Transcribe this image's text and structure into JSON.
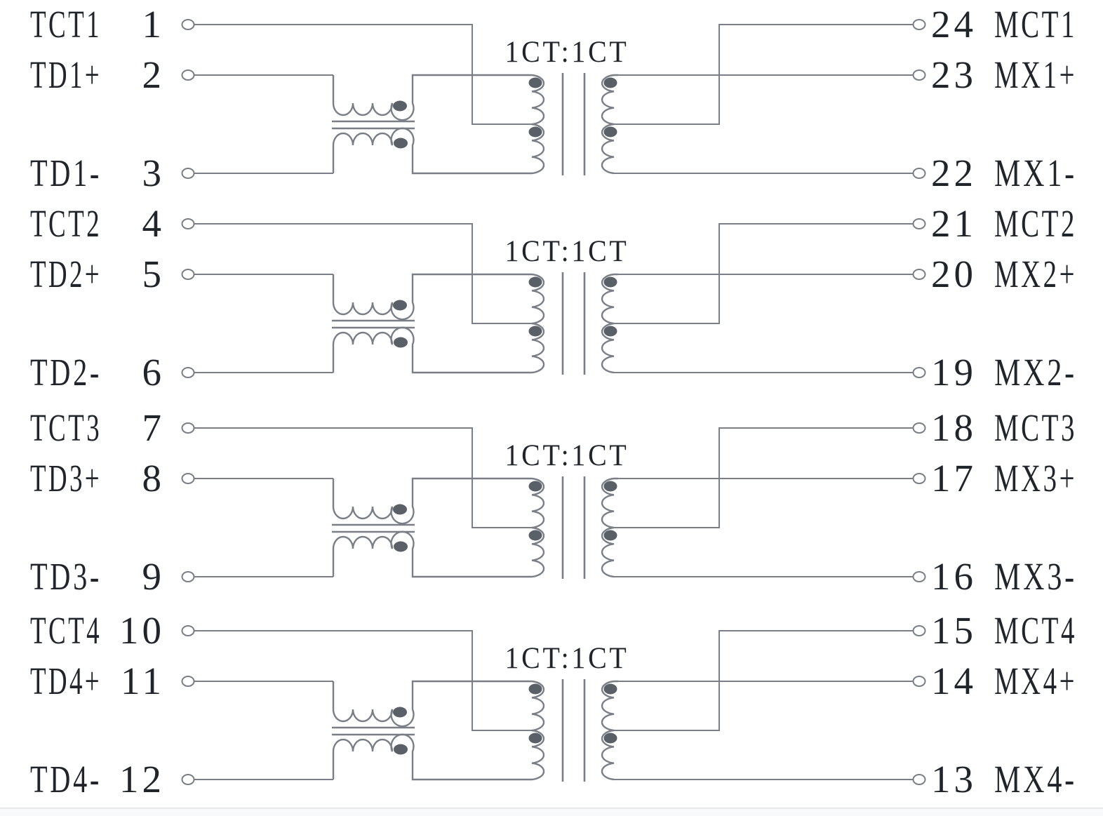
{
  "meta": {
    "drawing_type": "ethernet-magnetics-transformer-schematic",
    "wire_color": "#7a7f87",
    "text_color": "#20252b",
    "dot_color": "#5a6067",
    "background_color": "#ffffff"
  },
  "channels": [
    {
      "ratio_label": "1CT:1CT",
      "left": [
        {
          "name": "TCT1",
          "pin": "1"
        },
        {
          "name": "TD1+",
          "pin": "2"
        },
        {
          "name": "TD1-",
          "pin": "3"
        }
      ],
      "right": [
        {
          "pin": "24",
          "name": "MCT1"
        },
        {
          "pin": "23",
          "name": "MX1+"
        },
        {
          "pin": "22",
          "name": "MX1-"
        }
      ]
    },
    {
      "ratio_label": "1CT:1CT",
      "left": [
        {
          "name": "TCT2",
          "pin": "4"
        },
        {
          "name": "TD2+",
          "pin": "5"
        },
        {
          "name": "TD2-",
          "pin": "6"
        }
      ],
      "right": [
        {
          "pin": "21",
          "name": "MCT2"
        },
        {
          "pin": "20",
          "name": "MX2+"
        },
        {
          "pin": "19",
          "name": "MX2-"
        }
      ]
    },
    {
      "ratio_label": "1CT:1CT",
      "left": [
        {
          "name": "TCT3",
          "pin": "7"
        },
        {
          "name": "TD3+",
          "pin": "8"
        },
        {
          "name": "TD3-",
          "pin": "9"
        }
      ],
      "right": [
        {
          "pin": "18",
          "name": "MCT3"
        },
        {
          "pin": "17",
          "name": "MX3+"
        },
        {
          "pin": "16",
          "name": "MX3-"
        }
      ]
    },
    {
      "ratio_label": "1CT:1CT",
      "left": [
        {
          "name": "TCT4",
          "pin": "10"
        },
        {
          "name": "TD4+",
          "pin": "11"
        },
        {
          "name": "TD4-",
          "pin": "12"
        }
      ],
      "right": [
        {
          "pin": "15",
          "name": "MCT4"
        },
        {
          "pin": "14",
          "name": "MX4+"
        },
        {
          "pin": "13",
          "name": "MX4-"
        }
      ]
    }
  ]
}
